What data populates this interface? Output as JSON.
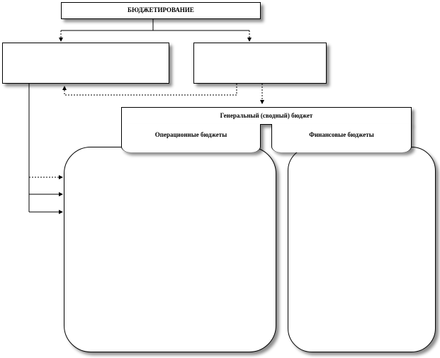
{
  "diagram": {
    "title_box": {
      "label": "БЮДЖЕТИРОВАНИЕ"
    },
    "left_box": {
      "label": ""
    },
    "right_box": {
      "label": ""
    },
    "master_budget": {
      "header": "Генеральный (сводный) бюджет",
      "operating_tab": "Операционные бюджеты",
      "financial_tab": "Финансовые бюджеты"
    },
    "operating_panel": {
      "label": ""
    },
    "financial_panel": {
      "label": ""
    }
  }
}
